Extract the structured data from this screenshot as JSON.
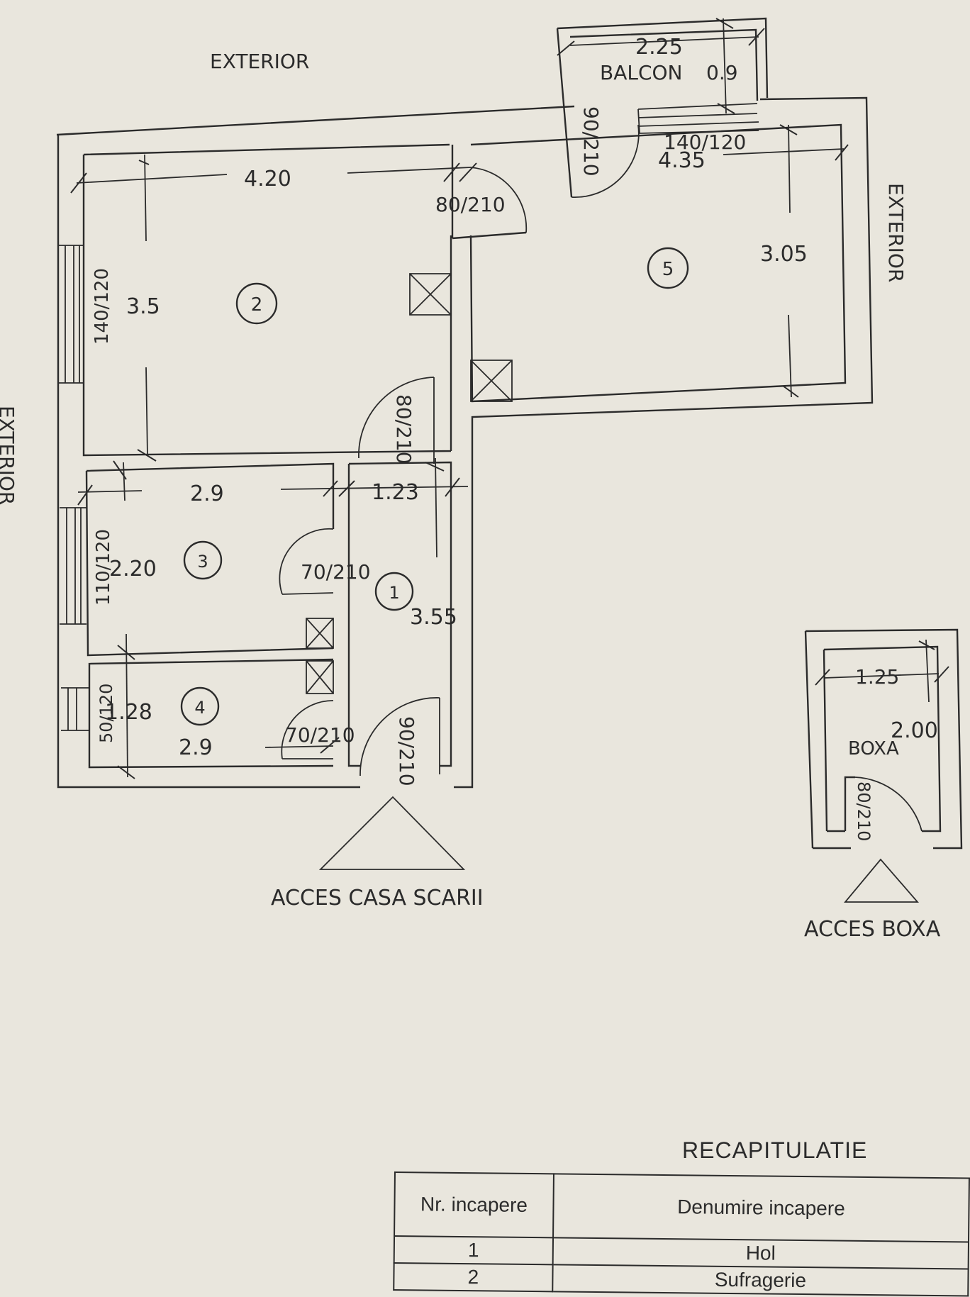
{
  "labels": {
    "exterior_top": "EXTERIOR",
    "exterior_right": "EXTERIOR",
    "exterior_left": "EXTERIOR",
    "balcon": "BALCON",
    "boxa": "BOXA",
    "acces_casa_scarii": "ACCES CASA SCARII",
    "acces_boxa": "ACCES BOXA"
  },
  "rooms": [
    {
      "number": "1"
    },
    {
      "number": "2"
    },
    {
      "number": "3"
    },
    {
      "number": "4"
    },
    {
      "number": "5"
    }
  ],
  "dimensions": {
    "room2_width": "4.20",
    "room2_depth": "3.5",
    "room5_width": "4.35",
    "room5_depth": "3.05",
    "room3_width": "2.9",
    "room3_depth": "2.20",
    "room4_width": "2.9",
    "room4_depth": "1.28",
    "hall_width": "1.23",
    "hall_depth": "3.55",
    "balcon_width": "2.25",
    "balcon_depth": "0.9",
    "boxa_width": "1.25",
    "boxa_depth": "2.00"
  },
  "openings": {
    "door_room2": "80/210",
    "door_hall_room2": "80/210",
    "door_balcon": "90/210",
    "door_room3": "70/210",
    "door_room4": "70/210",
    "door_entry": "90/210",
    "door_boxa": "80/210",
    "window_room2": "140/120",
    "window_room5": "140/120",
    "window_room3": "110/120",
    "window_room4": "50/120"
  },
  "recap": {
    "title": "RECAPITULATIE",
    "col_nr": "Nr. incapere",
    "col_name": "Denumire incapere",
    "rows": [
      {
        "nr": "1",
        "name": "Hol"
      },
      {
        "nr": "2",
        "name": "Sufragerie"
      }
    ]
  },
  "colors": {
    "paper": "#e9e6dd",
    "ink": "#2b2b2b"
  }
}
